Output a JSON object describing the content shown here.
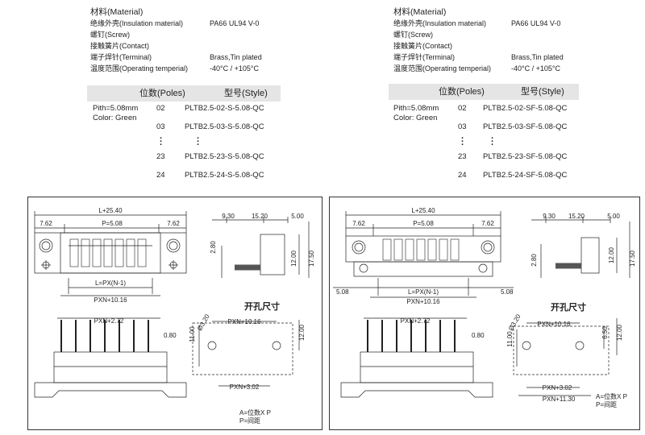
{
  "left": {
    "material": {
      "header": "材料(Material)",
      "rows": [
        {
          "label": "绝缘外壳(Insulation material)",
          "value": "PA66 UL94 V-0"
        },
        {
          "label": "螺钉(Screw)",
          "value": ""
        },
        {
          "label": "接触簧片(Contact)",
          "value": ""
        },
        {
          "label": "端子焊针(Terminal)",
          "value": "Brass,Tin plated"
        },
        {
          "label": "温度范围(Operating temperial)",
          "value": "-40°C / +105°C"
        }
      ]
    },
    "table": {
      "poles_header": "位数(Poles)",
      "style_header": "型号(Style)",
      "pitch": "Pith=5.08mm",
      "color": "Color: Green",
      "rows": [
        {
          "poles": "02",
          "style": "PLTB2.5-02-S-5.08-QC"
        },
        {
          "poles": "03",
          "style": "PLTB2.5-03-S-5.08-QC"
        },
        {
          "poles": "23",
          "style": "PLTB2.5-23-S-5.08-QC"
        },
        {
          "poles": "24",
          "style": "PLTB2.5-24-S-5.08-QC"
        }
      ]
    },
    "drawing": {
      "dim_total": "L+25.40",
      "dim_left": "7.62",
      "dim_pitch": "P=5.08",
      "dim_right": "7.62",
      "dim_l": "L=PX(N-1)",
      "dim_pxn": "PXN+10.16",
      "side_a": "9.30",
      "side_b": "15.20",
      "side_c": "5.00",
      "side_h1": "2.80",
      "side_h2": "12.00",
      "side_h3": "17.50",
      "cut_title": "开孔尺寸",
      "front_pxn": "PXN+2.72",
      "front_pin": "0.80",
      "cut_dia": "Ø3.20",
      "cut_top": "PXN+10.16",
      "cut_bottom": "PXN+3.02",
      "cut_h1": "11.00",
      "cut_h2": "12.00",
      "note1": "A=位数X P",
      "note2": "P=间距"
    }
  },
  "right": {
    "material": {
      "header": "材料(Material)",
      "rows": [
        {
          "label": "绝缘外壳(Insulation material)",
          "value": "PA66 UL94 V-0"
        },
        {
          "label": "螺钉(Screw)",
          "value": ""
        },
        {
          "label": "接触簧片(Contact)",
          "value": ""
        },
        {
          "label": "端子焊针(Terminal)",
          "value": "Brass,Tin plated"
        },
        {
          "label": "温度范围(Operating temperial)",
          "value": "-40°C / +105°C"
        }
      ]
    },
    "table": {
      "poles_header": "位数(Poles)",
      "style_header": "型号(Style)",
      "pitch": "Pith=5.08mm",
      "color": "Color: Green",
      "rows": [
        {
          "poles": "02",
          "style": "PLTB2.5-02-SF-5.08-QC"
        },
        {
          "poles": "03",
          "style": "PLTB2.5-03-SF-5.08-QC"
        },
        {
          "poles": "23",
          "style": "PLTB2.5-23-SF-5.08-QC"
        },
        {
          "poles": "24",
          "style": "PLTB2.5-24-SF-5.08-QC"
        }
      ]
    },
    "drawing": {
      "dim_total": "L+25.40",
      "dim_left": "7.62",
      "dim_pitch": "P=5.08",
      "dim_right": "7.62",
      "dim_l": "L=PX(N-1)",
      "dim_pxn": "PXN+10.16",
      "dim_side_l": "5.08",
      "dim_side_r": "5.08",
      "side_a": "9.30",
      "side_b": "15.20",
      "side_c": "5.00",
      "side_h1": "2.80",
      "side_h2": "12.00",
      "side_h3": "17.50",
      "cut_title": "开孔尺寸",
      "front_pxn": "PXN+2.72",
      "front_pin": "0.80",
      "cut_dia": "Ø3.20",
      "cut_top": "PXN+10.16",
      "cut_bottom": "PXN+3.02",
      "cut_bottom2": "PXN+11.30",
      "cut_h1": "11.00",
      "cut_h2": "6.50",
      "cut_h3": "12.00",
      "note1": "A=位数X P",
      "note2": "P=间距"
    }
  }
}
